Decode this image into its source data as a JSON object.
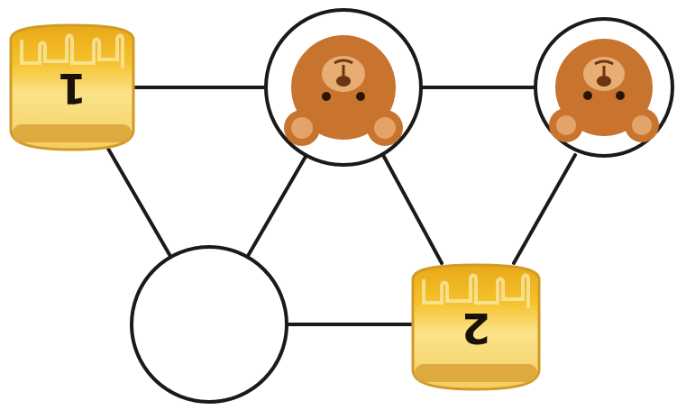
{
  "board": {
    "nodes": [
      {
        "id": "top-left",
        "content": "honey-pot",
        "number": "1",
        "icon": "honey-pot-icon"
      },
      {
        "id": "top-middle",
        "content": "bear",
        "icon": "bear-face-icon"
      },
      {
        "id": "top-right",
        "content": "bear",
        "icon": "bear-face-icon"
      },
      {
        "id": "bottom-left",
        "content": "empty"
      },
      {
        "id": "bottom-right",
        "content": "honey-pot",
        "number": "2",
        "icon": "honey-pot-icon"
      }
    ],
    "edges": [
      [
        "top-left",
        "top-middle"
      ],
      [
        "top-middle",
        "top-right"
      ],
      [
        "top-left",
        "bottom-left"
      ],
      [
        "top-middle",
        "bottom-left"
      ],
      [
        "top-middle",
        "bottom-right"
      ],
      [
        "top-right",
        "bottom-right"
      ],
      [
        "bottom-left",
        "bottom-right"
      ]
    ],
    "colors": {
      "honey": "#f5c02a",
      "honey_light": "#fbe48a",
      "pot_rim": "#d8a22a",
      "bear": "#c8742f",
      "bear_dark": "#8c4a1a",
      "line": "#1a1a1a"
    }
  }
}
